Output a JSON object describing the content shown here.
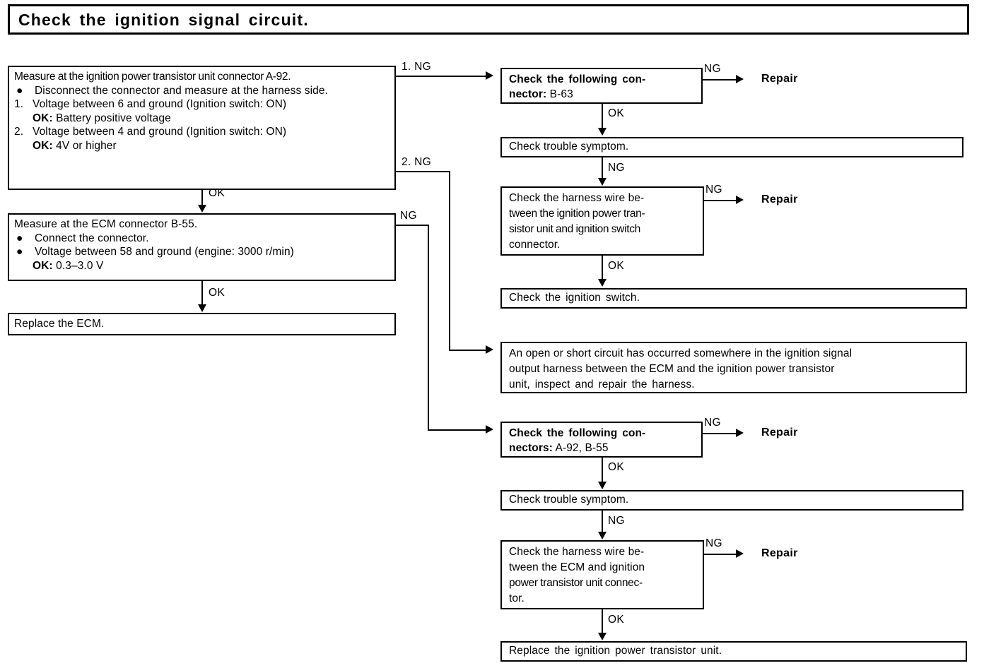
{
  "title": "Check  the  ignition  signal  circuit.",
  "left_column": {
    "box1": {
      "heading": "Measure at the ignition power transistor unit connector A-92.",
      "bullet_marker": "●",
      "bullet_text": "Disconnect the connector and measure at the harness side.",
      "item1_marker": "1.",
      "item1_text": "Voltage between 6 and ground (Ignition switch: ON)",
      "item1_ok_label": "OK:",
      "item1_ok_value": "Battery positive voltage",
      "item2_marker": "2.",
      "item2_text": "Voltage between 4 and ground (Ignition switch: ON)",
      "item2_ok_label": "OK:",
      "item2_ok_value": "4V or higher",
      "exit_label_1": "1. NG",
      "exit_label_2": "2. NG",
      "exit_label_ok": "OK"
    },
    "box2": {
      "heading": "Measure at the ECM connector B-55.",
      "bullet_marker": "●",
      "bullet1_text": "Connect the connector.",
      "bullet2_text": "Voltage between 58 and ground (engine: 3000 r/min)",
      "ok_label": "OK:",
      "ok_value": "0.3–3.0 V",
      "exit_label_ng": "NG",
      "exit_label_ok": "OK"
    },
    "box3": {
      "text": "Replace the ECM."
    }
  },
  "branch_1ng": {
    "step1": {
      "bold_text": "Check the following con-",
      "bold_text2": "nector:",
      "normal_text2": "B-63",
      "ng_label": "NG",
      "ng_target": "Repair",
      "ok_label": "OK"
    },
    "step2": {
      "text": "Check trouble symptom.",
      "ng_label": "NG"
    },
    "step3": {
      "text": "Check the harness wire be-tween the ignition power tran-sistor unit and ignition switch connector.",
      "line1": "Check the harness wire be-",
      "line2": "tween the ignition power tran-",
      "line3": "sistor unit and ignition switch",
      "line4": "connector.",
      "ng_label": "NG",
      "ng_target": "Repair",
      "ok_label": "OK"
    },
    "step4": {
      "text": "Check the ignition switch."
    }
  },
  "branch_2ng": {
    "result": {
      "line1": "An open or short circuit has occurred somewhere in the ignition signal",
      "line2": "output harness between the ECM and the ignition power transistor",
      "line3": "unit, inspect and repair the harness."
    }
  },
  "branch_ecm_ng": {
    "step1": {
      "bold_text": "Check the following con-",
      "bold_text2": "nectors:",
      "normal_text2": "A-92, B-55",
      "ng_label": "NG",
      "ng_target": "Repair",
      "ok_label": "OK"
    },
    "step2": {
      "text": "Check trouble symptom.",
      "ng_label": "NG"
    },
    "step3": {
      "line1": "Check the harness wire be-",
      "line2": "tween the ECM and ignition",
      "line3": "power transistor unit connec-",
      "line4": "tor.",
      "ng_label": "NG",
      "ng_target": "Repair",
      "ok_label": "OK"
    },
    "step4": {
      "text": "Replace the ignition power transistor unit."
    }
  },
  "colors": {
    "ink": "#000000",
    "paper": "#ffffff"
  }
}
